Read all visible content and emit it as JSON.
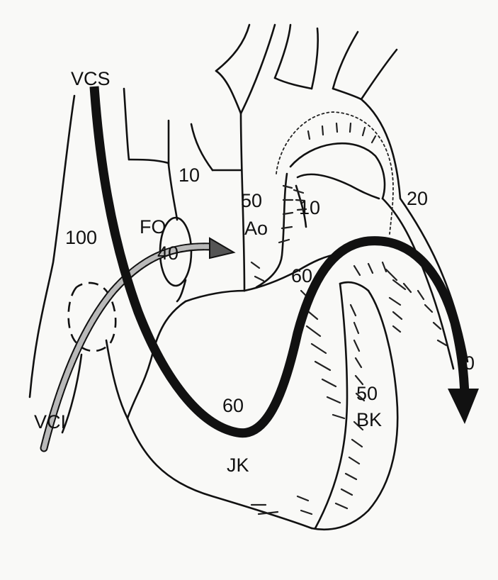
{
  "colors": {
    "ink": "#111111",
    "background": "#f9f9f7",
    "venous_stream": "#b9b9b9"
  },
  "labels": {
    "vcs": "VCS",
    "vci": "VCI",
    "fo": "FO",
    "ao": "Ao",
    "jk": "JK",
    "bk": "BK",
    "ra_saturation": "100",
    "svc_branch_value": "10",
    "fo_value": "40",
    "ao_value": "50",
    "pa_value": "10",
    "arch_value": "20",
    "lv_outflow_value": "60",
    "jk_value": "60",
    "bk_value": "50",
    "descending_value": "0"
  }
}
